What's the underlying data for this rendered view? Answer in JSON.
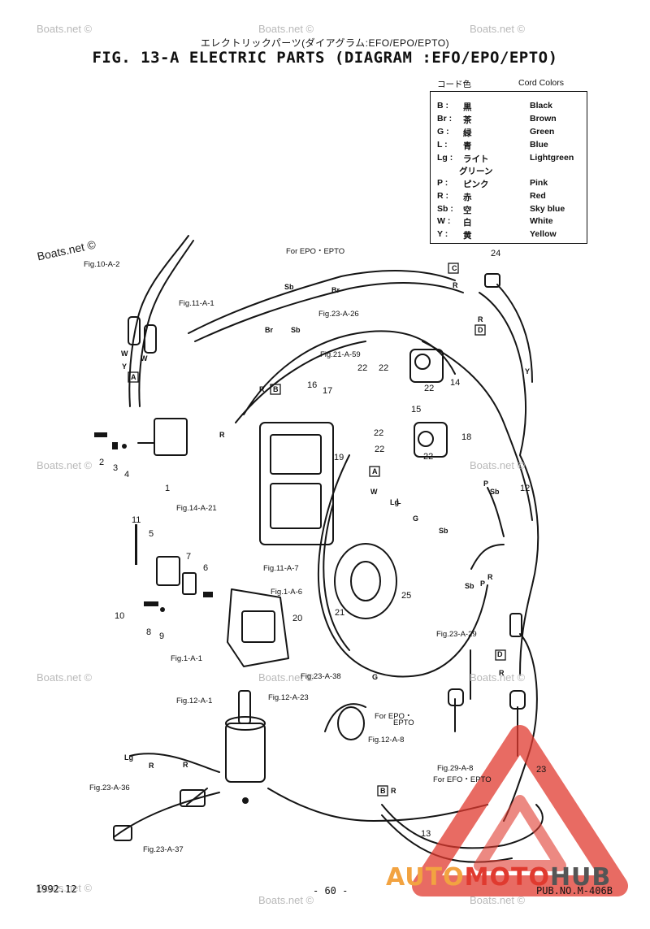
{
  "header": {
    "title_jp": "エレクトリックパーツ(ダイアグラム:EFO/EPO/EPTO)",
    "title_en": "FIG. 13-A ELECTRIC PARTS (DIAGRAM :EFO/EPO/EPTO)"
  },
  "watermark": "Boats.net ©",
  "legend": {
    "header_jp": "コード色",
    "header_en": "Cord Colors",
    "rows": [
      {
        "code": "B :",
        "jp": "黒",
        "en": "Black"
      },
      {
        "code": "Br :",
        "jp": "茶",
        "en": "Brown"
      },
      {
        "code": "G :",
        "jp": "緑",
        "en": "Green"
      },
      {
        "code": "L :",
        "jp": "青",
        "en": "Blue"
      },
      {
        "code": "Lg :",
        "jp": "ライト",
        "en": "Lightgreen"
      },
      {
        "code": "",
        "jp": "グリーン",
        "en": ""
      },
      {
        "code": "P :",
        "jp": "ピンク",
        "en": "Pink"
      },
      {
        "code": "R :",
        "jp": "赤",
        "en": "Red"
      },
      {
        "code": "Sb :",
        "jp": "空",
        "en": "Sky blue"
      },
      {
        "code": "W :",
        "jp": "白",
        "en": "White"
      },
      {
        "code": "Y :",
        "jp": "黄",
        "en": "Yellow"
      }
    ]
  },
  "refs": {
    "fig10a2": "Fig.10-A-2",
    "for_epo_epto": "For EPO・EPTO",
    "fig11a1": "Fig.11-A-1",
    "fig23a26": "Fig.23-A-26",
    "fig21a59": "Fig.21-A-59",
    "fig14a21": "Fig.14-A-21",
    "fig11a7": "Fig.11-A-7",
    "fig1a6": "Fig.1-A-6",
    "fig1a1": "Fig.1-A-1",
    "fig23a38": "Fig.23-A-38",
    "fig23a29": "Fig.23-A-29",
    "fig12a1": "Fig.12-A-1",
    "fig12a23": "Fig.12-A-23",
    "for_epo": "For EPO・",
    "epto": "EPTO",
    "fig12a8": "Fig.12-A-8",
    "fig29a8": "Fig.29-A-8",
    "for_efo_epto": "For EFO・EPTO",
    "fig23a36": "Fig.23-A-36",
    "fig23a37": "Fig.23-A-37"
  },
  "parts": {
    "p1": "1",
    "p2": "2",
    "p3": "3",
    "p4": "4",
    "p5": "5",
    "p6": "6",
    "p7": "7",
    "p8": "8",
    "p9": "9",
    "p10": "10",
    "p11": "11",
    "p12": "12",
    "p13": "13",
    "p14": "14",
    "p15": "15",
    "p16": "16",
    "p17": "17",
    "p18": "18",
    "p19": "19",
    "p20": "20",
    "p21": "21",
    "p22": "22",
    "p23": "23",
    "p24": "24",
    "p25": "25"
  },
  "wires": {
    "sb": "Sb",
    "br": "Br",
    "r": "R",
    "w": "W",
    "y": "Y",
    "l": "L",
    "lg": "Lg",
    "g": "G",
    "p": "P",
    "a": "A",
    "b": "B",
    "c": "C",
    "d": "D"
  },
  "footer": {
    "date": "1992.12",
    "page": "- 60 -",
    "pub": "PUB.NO.M-406B"
  },
  "brand": {
    "part1": "AUTO",
    "part2": "MOTO",
    "part3": "HUB",
    "color1": "#f2a341",
    "color2": "#e03a2f",
    "color3": "#555555"
  }
}
